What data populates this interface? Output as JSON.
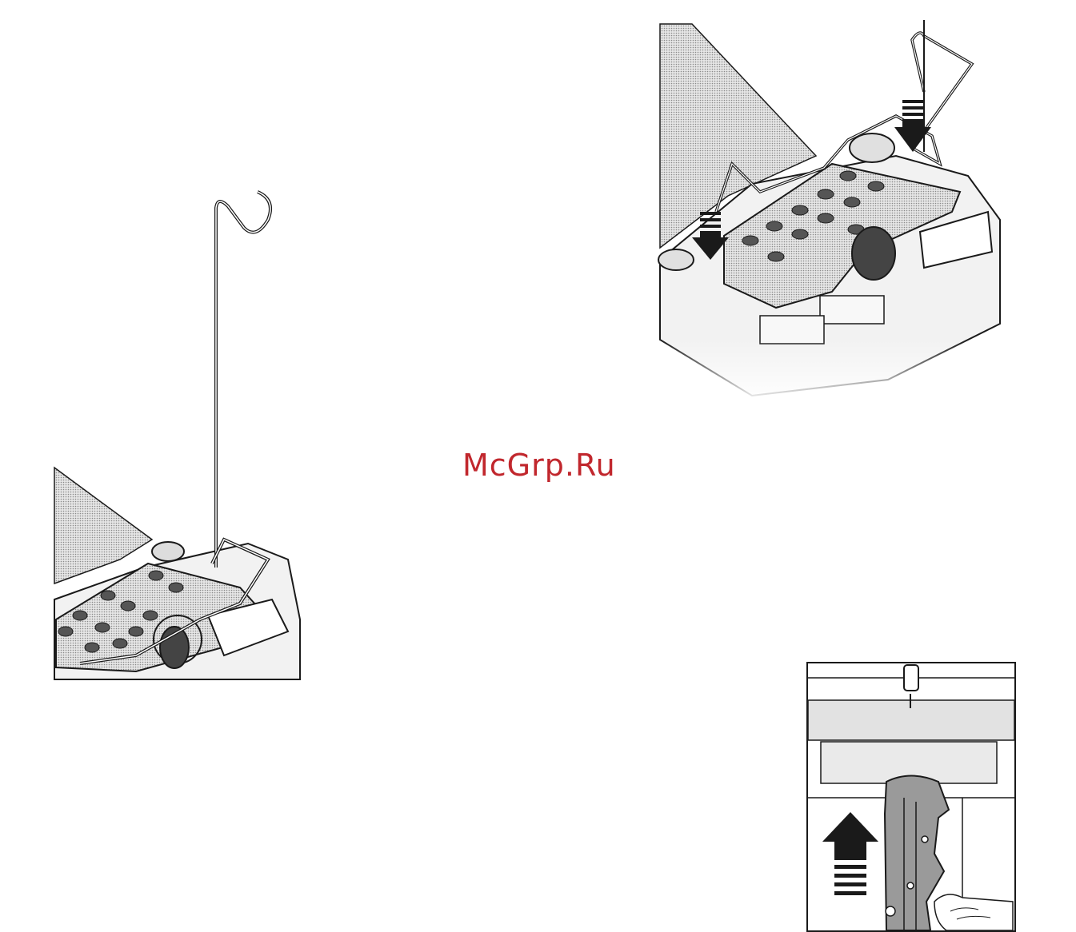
{
  "watermark": {
    "text": "McGrp.Ru",
    "color": "#c1272d"
  },
  "figures": [
    {
      "id": "thread-guide-raised",
      "icon": "thread-guide-wire-icon"
    },
    {
      "id": "thread-guide-insert",
      "icon": "insert-arrows-icon"
    },
    {
      "id": "lever-push-up",
      "icon": "up-arrow-icon"
    }
  ],
  "colors": {
    "line": "#1a1a1a",
    "shade": "#b8b8b8",
    "dark": "#555555"
  }
}
